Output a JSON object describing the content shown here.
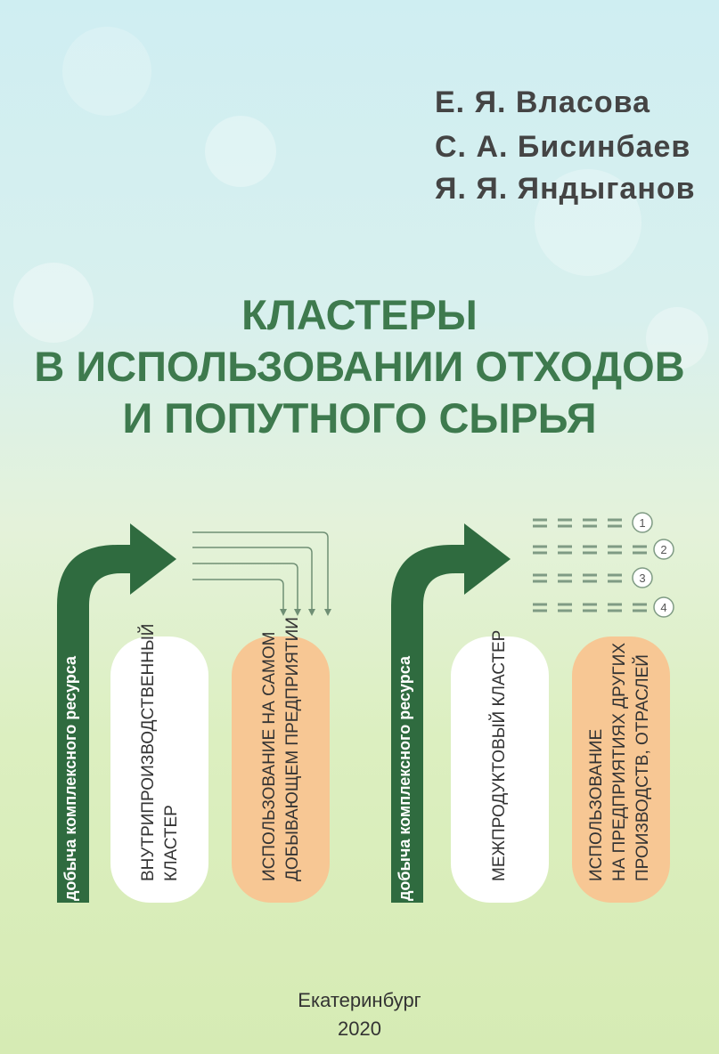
{
  "authors": [
    "Е. Я. Власова",
    "С. А. Бисинбаев",
    "Я. Я. Яндыганов"
  ],
  "title_lines": [
    "КЛАСТЕРЫ",
    "В ИСПОЛЬЗОВАНИИ ОТХОДОВ",
    "И ПОПУТНОГО СЫРЬЯ"
  ],
  "diagram": {
    "stem_label": "добыча комплексного ресурса",
    "left": {
      "white_pill": [
        "Внутрипроизводственный",
        "кластер"
      ],
      "orange_pill": [
        "Использование на самом",
        "добывающем предприятии"
      ]
    },
    "right": {
      "white_pill": [
        "Межпродуктовый кластер"
      ],
      "orange_pill": [
        "Использование",
        "на предприятиях других",
        "производств, отраслей"
      ],
      "numbers": [
        "1",
        "2",
        "3",
        "4"
      ]
    }
  },
  "publisher": {
    "city": "Екатеринбург",
    "year": "2020"
  },
  "colors": {
    "title": "#3e7a4e",
    "arrow": "#2f6b3f",
    "orange_pill": "#f7c794",
    "lines": "#6f8f74"
  }
}
